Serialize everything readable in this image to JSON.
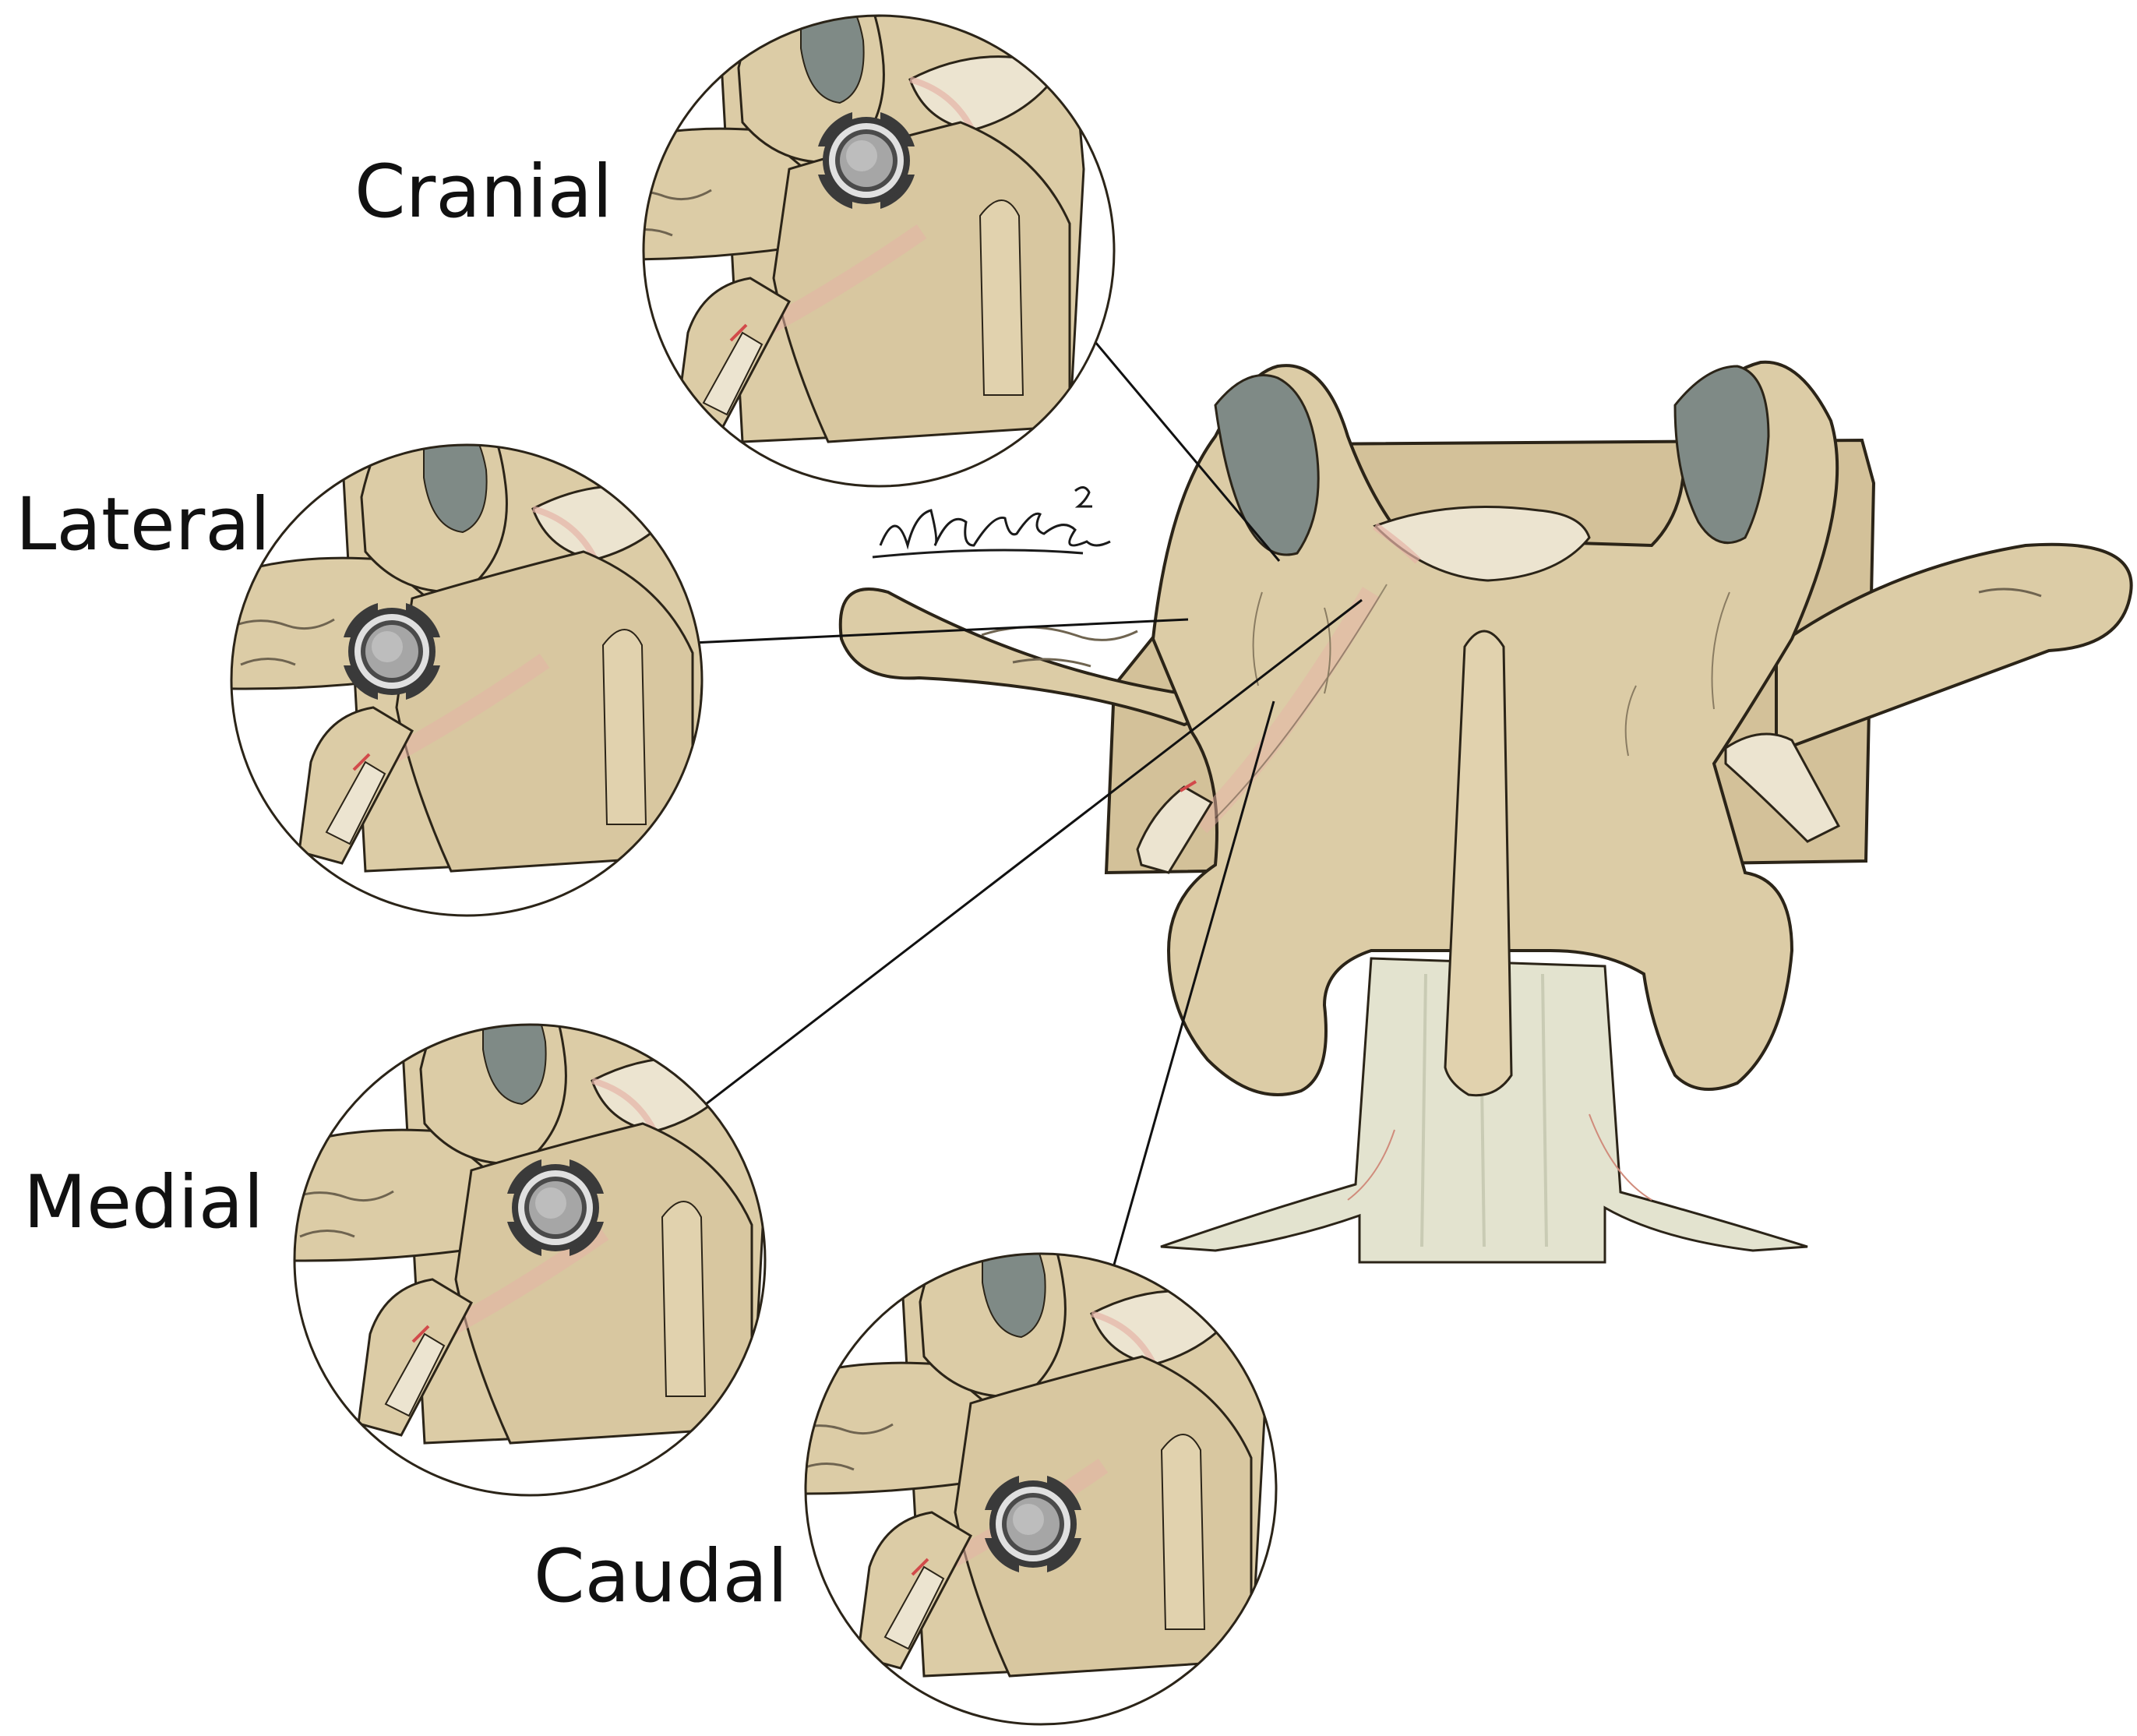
{
  "labels": {
    "cranial": "Cranial",
    "lateral": "Lateral",
    "medial": "Medial",
    "caudal": "Caudal"
  },
  "colors": {
    "bone": "#dccca6",
    "bone_dark": "#b9a77f",
    "outline": "#2b2418",
    "cartilage": "#7f8a86",
    "cord": "#e3e3cf",
    "cord_shade": "#c9cbb4",
    "flush": "#e6b3a6",
    "disc_face": "#ece4d0",
    "screw_outer": "#3a3a3a",
    "screw_ring": "#d9d9d9",
    "screw_core": "#9a9a9a"
  },
  "icons": {
    "screw": "pedicle-screw-icon",
    "signature": "artist-signature"
  }
}
